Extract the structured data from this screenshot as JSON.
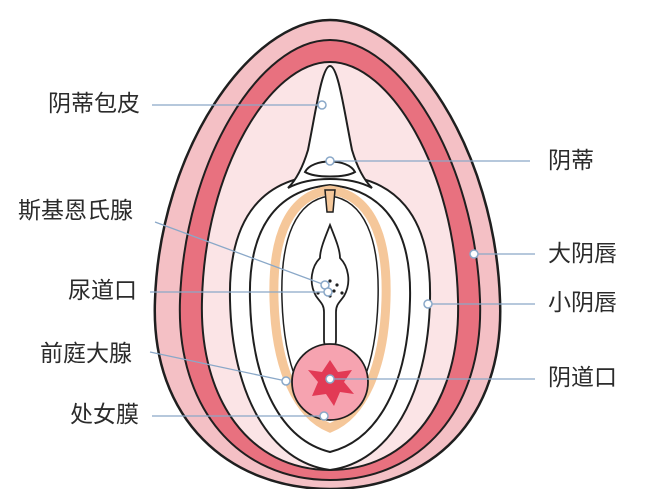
{
  "colors": {
    "outer_skin": "#f4c0c5",
    "labia_majora": "#e8717f",
    "inner_skin": "#fbe4e6",
    "fold_white": "#ffffff",
    "outline": "#1f1f1f",
    "tan_band": "#f5c79a",
    "hymen_red": "#e23a55",
    "leader_line": "#8aa8c8",
    "leader_dot_fill": "#ffffff"
  },
  "labels": {
    "clitoral_hood": "阴蒂包皮",
    "clitoris": "阴蒂",
    "skenes_gland": "斯基恩氏腺",
    "urethral_opening": "尿道口",
    "labia_majora": "大阴唇",
    "labia_minora": "小阴唇",
    "bartholin_gland": "前庭大腺",
    "vaginal_opening": "阴道口",
    "hymen": "处女膜"
  }
}
